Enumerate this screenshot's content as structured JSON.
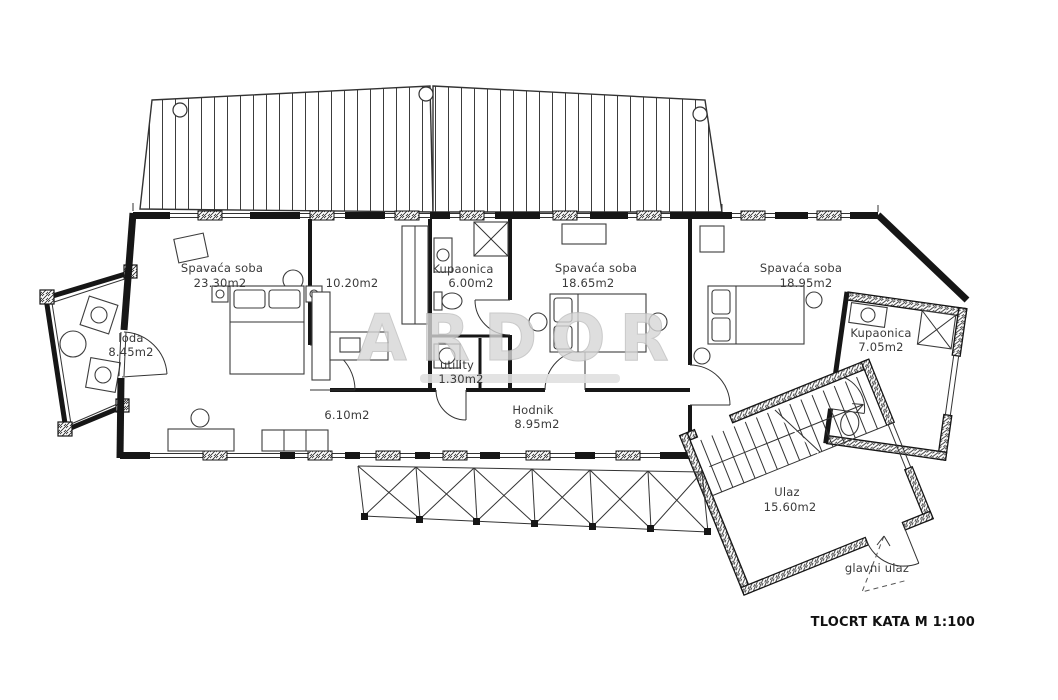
{
  "watermark": {
    "text": "ARDOR"
  },
  "title_block": {
    "text": "TLOCRT KATA M 1:100"
  },
  "rooms": {
    "bedroom1": {
      "name": "Spavaća soba",
      "area": "23.30m2"
    },
    "closet": {
      "area": "10.20m2"
    },
    "bath1": {
      "name": "Kupaonica",
      "area": "6.00m2"
    },
    "bedroom2": {
      "name": "Spavaća soba",
      "area": "18.65m2"
    },
    "bedroom3": {
      "name": "Spavaća soba",
      "area": "18.95m2"
    },
    "bath2": {
      "name": "Kupaonica",
      "area": "7.05m2"
    },
    "loggia": {
      "name": "loda",
      "area": "8.45m2"
    },
    "utility": {
      "name": "utility",
      "area": "1.30m2"
    },
    "hallway": {
      "name": "Hodnik",
      "area": "8.95m2"
    },
    "corridor": {
      "area": "6.10m2"
    },
    "entrance": {
      "name": "Ulaz",
      "area": "15.60m2"
    }
  },
  "annotations": {
    "main_entrance": "glavni ulaz"
  }
}
